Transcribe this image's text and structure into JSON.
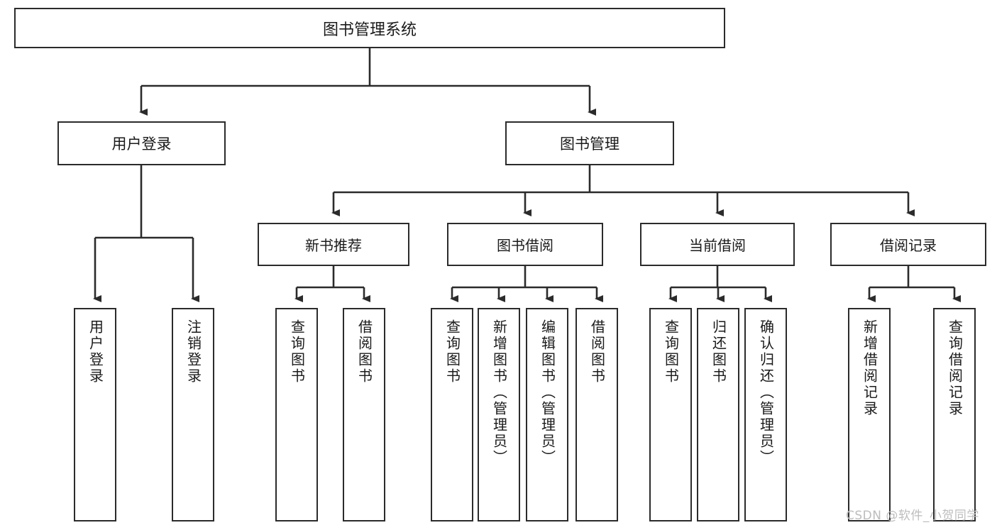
{
  "diagram": {
    "type": "tree-hierarchy",
    "title": "图书管理系统",
    "root": {
      "label": "图书管理系统"
    },
    "level2": [
      {
        "id": "user-login",
        "label": "用户登录"
      },
      {
        "id": "book-management",
        "label": "图书管理"
      }
    ],
    "level3": [
      {
        "id": "new-book-recommend",
        "label": "新书推荐",
        "parent": "book-management"
      },
      {
        "id": "book-borrow",
        "label": "图书借阅",
        "parent": "book-management"
      },
      {
        "id": "current-borrow",
        "label": "当前借阅",
        "parent": "book-management"
      },
      {
        "id": "borrow-record",
        "label": "借阅记录",
        "parent": "book-management"
      }
    ],
    "leaves": [
      {
        "id": "leaf-user-login",
        "label": "用户登录",
        "parent": "user-login"
      },
      {
        "id": "leaf-logout",
        "label": "注销登录",
        "parent": "user-login"
      },
      {
        "id": "leaf-query-book-1",
        "label": "查询图书",
        "parent": "new-book-recommend"
      },
      {
        "id": "leaf-borrow-book-1",
        "label": "借阅图书",
        "parent": "new-book-recommend"
      },
      {
        "id": "leaf-query-book-2",
        "label": "查询图书",
        "parent": "book-borrow"
      },
      {
        "id": "leaf-add-book",
        "label": "新增图书（管理员）",
        "parent": "book-borrow"
      },
      {
        "id": "leaf-edit-book",
        "label": "编辑图书（管理员）",
        "parent": "book-borrow"
      },
      {
        "id": "leaf-borrow-book-2",
        "label": "借阅图书",
        "parent": "book-borrow"
      },
      {
        "id": "leaf-query-book-3",
        "label": "查询图书",
        "parent": "current-borrow"
      },
      {
        "id": "leaf-return-book",
        "label": "归还图书",
        "parent": "current-borrow"
      },
      {
        "id": "leaf-confirm-return",
        "label": "确认归还（管理员）",
        "parent": "current-borrow"
      },
      {
        "id": "leaf-add-record",
        "label": "新增借阅记录",
        "parent": "borrow-record"
      },
      {
        "id": "leaf-query-record",
        "label": "查询借阅记录",
        "parent": "borrow-record"
      }
    ],
    "watermark": "CSDN @软件_小贺同学",
    "colors": {
      "stroke": "#2b2b2b",
      "fill": "#ffffff",
      "text": "#1a1a1a",
      "watermark": "#bdbdbd"
    }
  }
}
